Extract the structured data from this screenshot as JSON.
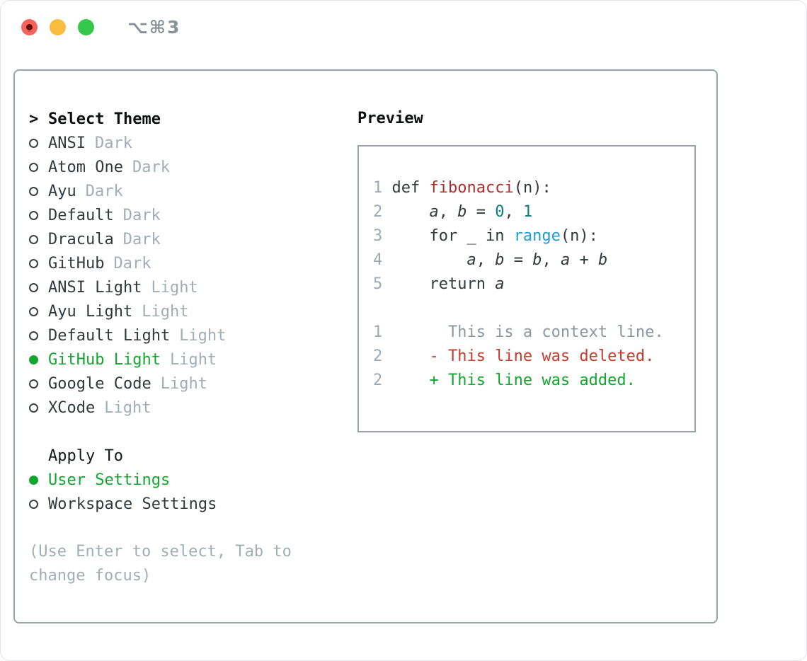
{
  "window": {
    "title": "⌥⌘3",
    "traffic_lights": [
      "close",
      "minimize",
      "zoom"
    ]
  },
  "colors": {
    "accent_green": "#12a62e",
    "deleted_red": "#c53b2d",
    "function_red": "#ad2c2e",
    "number_teal": "#0c7d80",
    "call_blue": "#1e9bd7",
    "muted_gray": "#a4acb5",
    "border_gray": "#9aa2ac",
    "traffic_red": "#f4635c",
    "traffic_yellow": "#f8bd3f",
    "traffic_green": "#35c74a"
  },
  "theme_list": {
    "cursor": ">",
    "header": "Select Theme",
    "items": [
      {
        "name": "ANSI",
        "tag": "Dark",
        "selected": false
      },
      {
        "name": "Atom One",
        "tag": "Dark",
        "selected": false
      },
      {
        "name": "Ayu",
        "tag": "Dark",
        "selected": false
      },
      {
        "name": "Default",
        "tag": "Dark",
        "selected": false
      },
      {
        "name": "Dracula",
        "tag": "Dark",
        "selected": false
      },
      {
        "name": "GitHub",
        "tag": "Dark",
        "selected": false
      },
      {
        "name": "ANSI Light",
        "tag": "Light",
        "selected": false
      },
      {
        "name": "Ayu Light",
        "tag": "Light",
        "selected": false
      },
      {
        "name": "Default Light",
        "tag": "Light",
        "selected": false
      },
      {
        "name": "GitHub Light",
        "tag": "Light",
        "selected": true
      },
      {
        "name": "Google Code",
        "tag": "Light",
        "selected": false
      },
      {
        "name": "XCode",
        "tag": "Light",
        "selected": false
      }
    ]
  },
  "apply_to": {
    "header": "Apply To",
    "options": [
      {
        "label": "User Settings",
        "selected": true
      },
      {
        "label": "Workspace Settings",
        "selected": false
      }
    ]
  },
  "hint": "(Use Enter to select, Tab to change focus)",
  "preview": {
    "header": "Preview",
    "lines": [
      {
        "kind": "code",
        "segments": [
          [
            "lineno",
            "1"
          ],
          [
            "plain",
            " def "
          ],
          [
            "func",
            "fibonacci"
          ],
          [
            "plain",
            "(n):"
          ]
        ]
      },
      {
        "kind": "code",
        "segments": [
          [
            "lineno",
            "2"
          ],
          [
            "plain",
            "     "
          ],
          [
            "var",
            "a"
          ],
          [
            "plain",
            ", "
          ],
          [
            "var",
            "b"
          ],
          [
            "plain",
            " = "
          ],
          [
            "num",
            "0"
          ],
          [
            "plain",
            ", "
          ],
          [
            "num",
            "1"
          ]
        ]
      },
      {
        "kind": "code",
        "segments": [
          [
            "lineno",
            "3"
          ],
          [
            "plain",
            "     for _ in "
          ],
          [
            "call",
            "range"
          ],
          [
            "plain",
            "(n):"
          ]
        ]
      },
      {
        "kind": "code",
        "segments": [
          [
            "lineno",
            "4"
          ],
          [
            "plain",
            "         "
          ],
          [
            "var",
            "a"
          ],
          [
            "plain",
            ", "
          ],
          [
            "var",
            "b"
          ],
          [
            "plain",
            " = "
          ],
          [
            "var",
            "b"
          ],
          [
            "plain",
            ", "
          ],
          [
            "var",
            "a"
          ],
          [
            "plain",
            " + "
          ],
          [
            "var",
            "b"
          ]
        ]
      },
      {
        "kind": "code",
        "segments": [
          [
            "lineno",
            "5"
          ],
          [
            "plain",
            "     return "
          ],
          [
            "var",
            "a"
          ]
        ]
      },
      {
        "kind": "blank",
        "segments": []
      },
      {
        "kind": "context",
        "segments": [
          [
            "lineno",
            "1"
          ],
          [
            "ctx",
            "       This is a context line."
          ]
        ]
      },
      {
        "kind": "deleted",
        "segments": [
          [
            "lineno",
            "2"
          ],
          [
            "del",
            "     - This line was deleted."
          ]
        ]
      },
      {
        "kind": "added",
        "segments": [
          [
            "lineno",
            "2"
          ],
          [
            "add",
            "     + This line was added."
          ]
        ]
      }
    ]
  }
}
